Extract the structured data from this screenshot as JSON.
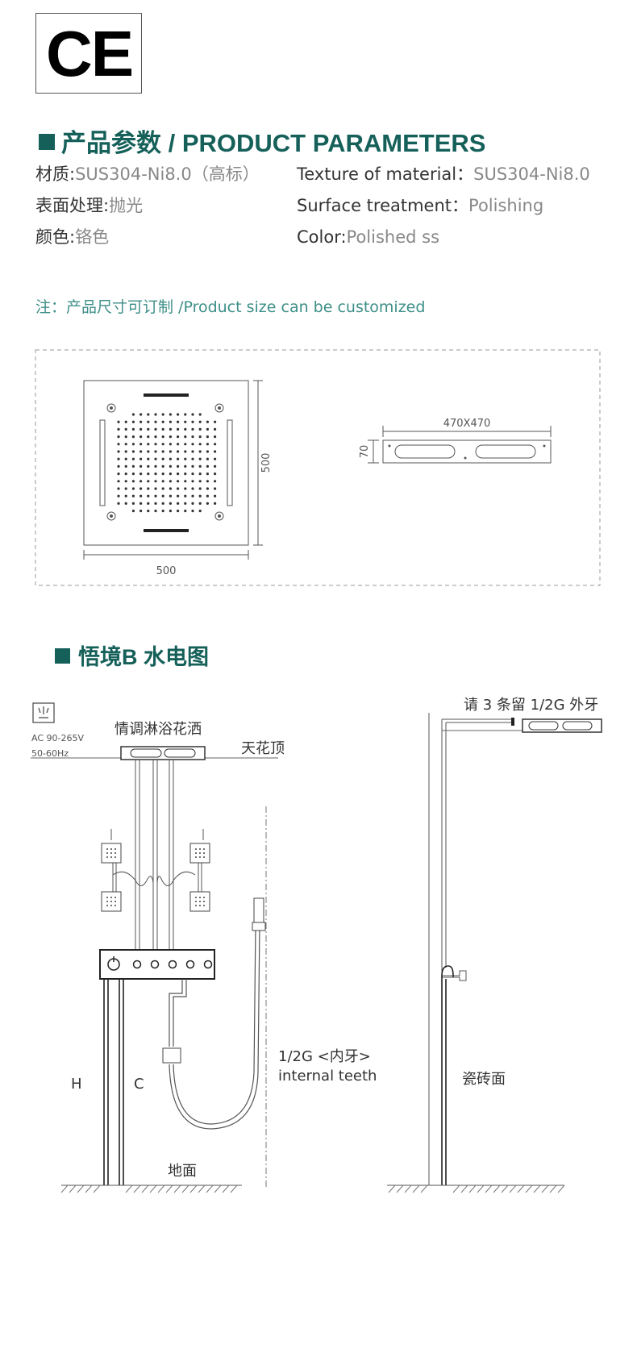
{
  "ce_mark": "CE",
  "parameters_title": "产品参数 / PRODUCT PARAMETERS",
  "params": {
    "material_cn_key": "材质:",
    "material_cn_value": "SUS304-Ni8.0（高标）",
    "material_en_key": "Texture of material：",
    "material_en_value": "SUS304-Ni8.0",
    "surface_cn_key": "表面处理:",
    "surface_cn_value": "抛光",
    "surface_en_key": "Surface treatment：",
    "surface_en_value": "Polishing",
    "color_cn_key": "颜色:",
    "color_cn_value": "铬色",
    "color_en_key": "Color:",
    "color_en_value": "Polished ss"
  },
  "note": "注：产品尺寸可订制 /Product size can be customized",
  "dimensions": {
    "front_width": "500",
    "front_height": "500",
    "side_length": "470X470",
    "side_thickness": "70"
  },
  "plumbing_title": "悟境B 水电图",
  "diagram_labels": {
    "power_spec_1": "AC 90-265V",
    "power_spec_2": "50-60Hz",
    "shower_name": "情调淋浴花洒",
    "ceiling": "天花顶",
    "thread_note": "请 3 条留 1/2G 外牙",
    "hot": "H",
    "cold": "C",
    "thread_cn": "1/2G <内牙>",
    "thread_en": "internal teeth",
    "tile_surface": "瓷砖面",
    "floor": "地面"
  },
  "colors": {
    "accent": "#16605a",
    "note_teal": "#3e8f88",
    "line": "#555555"
  }
}
